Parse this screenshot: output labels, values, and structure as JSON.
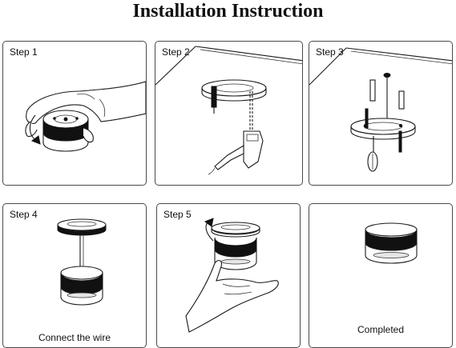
{
  "title": "Installation Instruction",
  "steps": [
    {
      "label": "Step 1",
      "caption": ""
    },
    {
      "label": "Step 2",
      "caption": ""
    },
    {
      "label": "Step 3",
      "caption": ""
    },
    {
      "label": "Step 4",
      "caption": "Connect the wire"
    },
    {
      "label": "Step 5",
      "caption": ""
    },
    {
      "label": "",
      "caption": "Completed"
    }
  ]
}
